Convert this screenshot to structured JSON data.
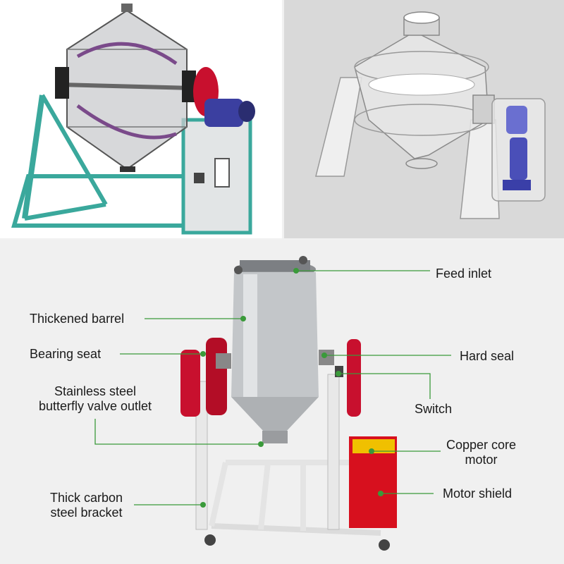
{
  "callouts": {
    "feed_inlet": "Feed inlet",
    "thickened_barrel": "Thickened barrel",
    "bearing_seat": "Bearing seat",
    "hard_seal": "Hard seal",
    "butterfly_valve_line1": "Stainless steel",
    "butterfly_valve_line2": "butterfly valve outlet",
    "switch": "Switch",
    "copper_core_motor_line1": "Copper core",
    "copper_core_motor_line2": "motor",
    "motor_shield": "Motor shield",
    "bracket_line1": "Thick carbon",
    "bracket_line2": "steel bracket"
  },
  "colors": {
    "callout_line": "#3a9a3a",
    "callout_dot": "#3a9a3a",
    "frame_teal": "#3aa89c",
    "barrel_steel": "#b9bcbf",
    "motor_red": "#c8102e",
    "motor_blue": "#3b3fa0"
  }
}
